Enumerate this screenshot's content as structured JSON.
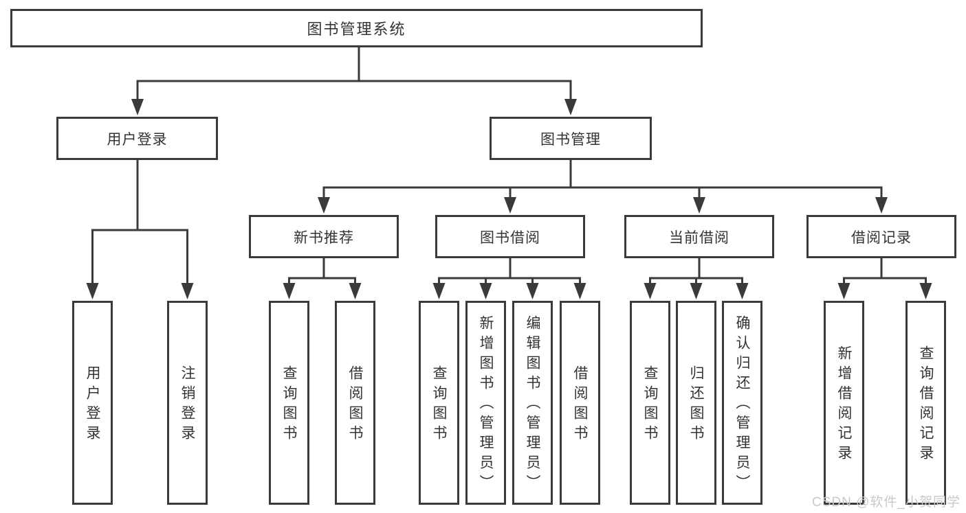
{
  "diagram": {
    "title": "图书管理系统",
    "nodes": {
      "root": {
        "label": "图书管理系统"
      },
      "branches": [
        {
          "label": "用户登录",
          "leaves": [
            {
              "label": "用户登录"
            },
            {
              "label": "注销登录"
            }
          ]
        },
        {
          "label": "图书管理",
          "sections": [
            {
              "label": "新书推荐",
              "leaves": [
                {
                  "label": "查询图书"
                },
                {
                  "label": "借阅图书"
                }
              ]
            },
            {
              "label": "图书借阅",
              "leaves": [
                {
                  "label": "查询图书"
                },
                {
                  "label": "新增图书（管理员）"
                },
                {
                  "label": "编辑图书（管理员）"
                },
                {
                  "label": "借阅图书"
                }
              ]
            },
            {
              "label": "当前借阅",
              "leaves": [
                {
                  "label": "查询图书"
                },
                {
                  "label": "归还图书"
                },
                {
                  "label": "确认归还（管理员）"
                }
              ]
            },
            {
              "label": "借阅记录",
              "leaves": [
                {
                  "label": "新增借阅记录"
                },
                {
                  "label": "查询借阅记录"
                }
              ]
            }
          ]
        }
      ]
    },
    "colors": {
      "line": "#3a3a3a",
      "box_border": "#3a3a3a",
      "text": "#333333",
      "background": "#ffffff",
      "watermark": "#c9c9c9"
    }
  },
  "watermark": {
    "text": "CSDN @软件_小贺同学"
  }
}
